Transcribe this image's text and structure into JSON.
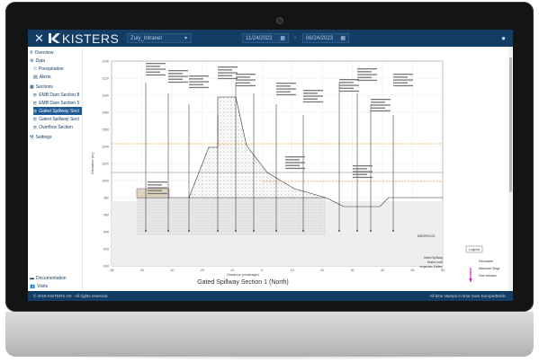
{
  "header": {
    "brand": "KISTERS",
    "station_select": "Zuiy_Intranet",
    "date_from": "11/24/2022",
    "date_to": "06/24/2023"
  },
  "sidebar": {
    "items": [
      {
        "label": "Overview",
        "icon": "map-pin-icon"
      },
      {
        "label": "Data",
        "icon": "gear-icon"
      },
      {
        "label": "Precipitation",
        "icon": "rain-icon"
      },
      {
        "label": "Alerts",
        "icon": "table-icon"
      },
      {
        "label": "Sections",
        "icon": "layers-icon"
      },
      {
        "label": "EMB Dam Section 8",
        "icon": "chart-icon"
      },
      {
        "label": "EMB Dam Section 5",
        "icon": "chart-icon"
      },
      {
        "label": "Gated Spillway Sect",
        "icon": "chart-icon",
        "active": true
      },
      {
        "label": "Gated Spillway Sect",
        "icon": "chart-icon"
      },
      {
        "label": "Overflow Section",
        "icon": "chart-icon"
      },
      {
        "label": "Settings",
        "icon": "settings-icon"
      }
    ],
    "bottom_items": [
      {
        "label": "Documentation",
        "icon": "doc-icon"
      },
      {
        "label": "Visits",
        "icon": "people-icon"
      }
    ]
  },
  "diagram": {
    "title": "Gated Spillway Section 1 (North)",
    "x_axis_title": "Distance (chainage)",
    "y_axis_title": "Elevation (m)",
    "y_ticks": [
      "1140",
      "1120",
      "1100",
      "1080",
      "1060",
      "1040",
      "1020",
      "1000",
      "980",
      "960",
      "940",
      "920",
      "900"
    ],
    "x_ticks": [
      "-50",
      "-40",
      "-30",
      "-20",
      "-10",
      "0",
      "10",
      "20",
      "30",
      "40",
      "50",
      "60"
    ],
    "bedrock_label": "BEDROCK",
    "legend_label": "Legend",
    "legend_items": [
      "Piezometer",
      "Measured Stage",
      "Flow Indicator"
    ],
    "annotation_lines": [
      "Gated Spillway",
      "Intake Level",
      "Inspection Gallery"
    ]
  },
  "footer": {
    "copyright": "© 2019 KISTERS AG - All rights reserved",
    "timezone": "All time stamps in time zone Europe/Berlin"
  },
  "colors": {
    "header_bg": "#143d66",
    "active_nav": "#1d5a96",
    "dam_fill": "#eeeeee",
    "orange_line": "#f0a040",
    "pink_marker": "#e020d0"
  }
}
